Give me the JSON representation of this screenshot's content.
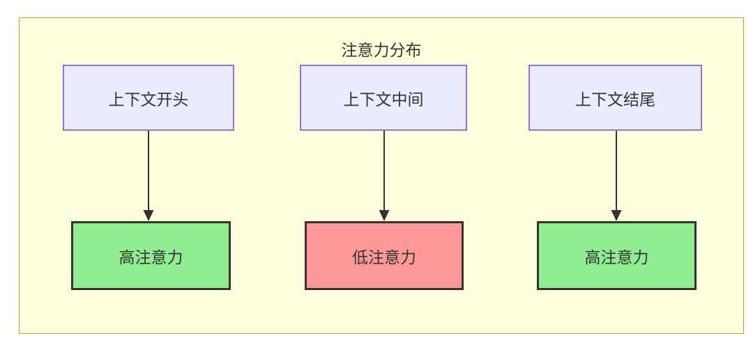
{
  "diagram": {
    "title": "注意力分布",
    "top_nodes": [
      {
        "label": "上下文开头"
      },
      {
        "label": "上下文中间"
      },
      {
        "label": "上下文结尾"
      }
    ],
    "bottom_nodes": [
      {
        "label": "高注意力",
        "level": "high"
      },
      {
        "label": "低注意力",
        "level": "low"
      },
      {
        "label": "高注意力",
        "level": "high"
      }
    ],
    "edges": [
      {
        "from": "上下文开头",
        "to": "高注意力"
      },
      {
        "from": "上下文中间",
        "to": "低注意力"
      },
      {
        "from": "上下文结尾",
        "to": "高注意力"
      }
    ],
    "colors": {
      "container_fill": "#FFFFDE",
      "container_border": "#AAAA33",
      "context_node_fill": "#ECECFF",
      "context_node_border": "#9370DB",
      "high_attention_fill": "#90EE90",
      "low_attention_fill": "#FF9999",
      "attention_node_border": "#333333",
      "arrow_color": "#333333",
      "text_color": "#333333"
    }
  }
}
